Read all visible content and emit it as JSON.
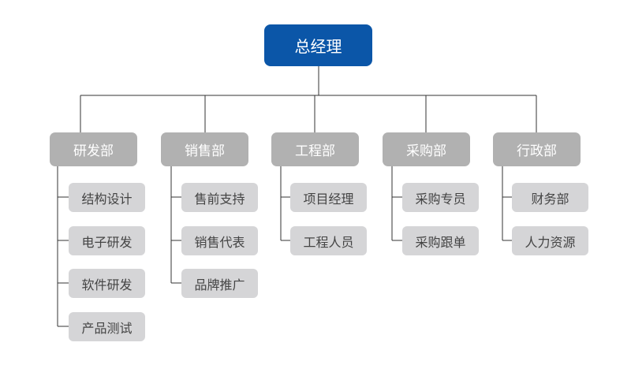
{
  "chart_data": {
    "type": "org-chart",
    "root": "总经理",
    "departments": [
      {
        "name": "研发部",
        "children": [
          "结构设计",
          "电子研发",
          "软件研发",
          "产品测试"
        ]
      },
      {
        "name": "销售部",
        "children": [
          "售前支持",
          "销售代表",
          "品牌推广"
        ]
      },
      {
        "name": "工程部",
        "children": [
          "项目经理",
          "工程人员"
        ]
      },
      {
        "name": "采购部",
        "children": [
          "采购专员",
          "采购跟单"
        ]
      },
      {
        "name": "行政部",
        "children": [
          "财务部",
          "人力资源"
        ]
      }
    ]
  },
  "colors": {
    "root_fill": "#0b56a8",
    "department_fill": "#b1b1b1",
    "sub_fill": "#d5d5d7",
    "connector": "#333333"
  }
}
